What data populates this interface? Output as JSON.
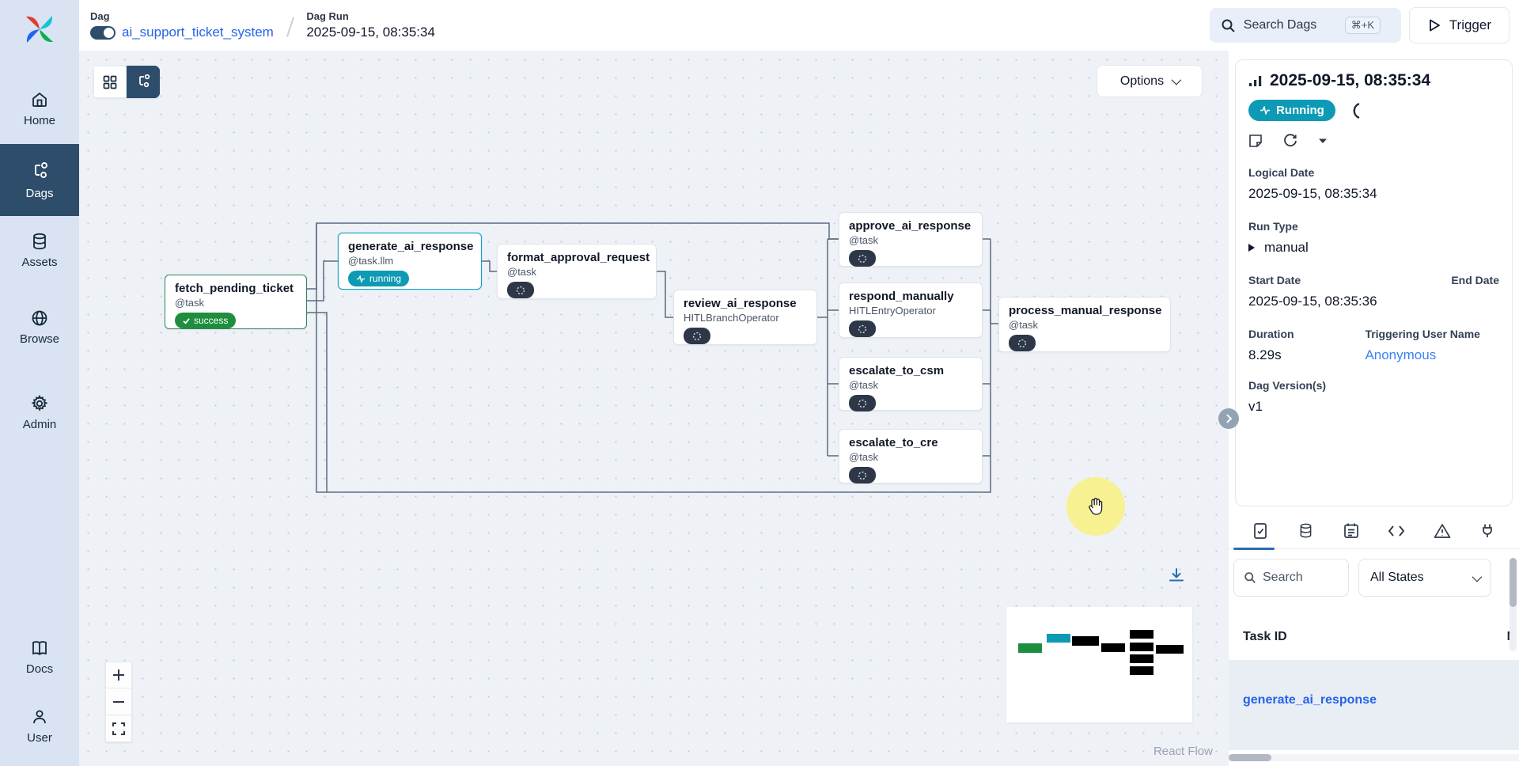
{
  "colors": {
    "accent": "#2563eb",
    "success": "#1e8e3e",
    "running": "#0c9ab4",
    "none_state": "#2d3748",
    "minimap_node": "#000000"
  },
  "sidebar": {
    "logo": "airflow-pinwheel",
    "items": [
      {
        "label": "Home",
        "icon": "home-icon"
      },
      {
        "label": "Dags",
        "icon": "dag-graph-icon",
        "active": true
      },
      {
        "label": "Assets",
        "icon": "database-icon"
      },
      {
        "label": "Browse",
        "icon": "globe-icon"
      },
      {
        "label": "Admin",
        "icon": "gear-icon"
      },
      {
        "label": "Docs",
        "icon": "book-icon"
      },
      {
        "label": "User",
        "icon": "user-icon"
      }
    ]
  },
  "header": {
    "dag_label": "Dag",
    "dag_name": "ai_support_ticket_system",
    "dag_run_label": "Dag Run",
    "dag_run_value": "2025-09-15, 08:35:34",
    "search_placeholder": "Search Dags",
    "search_shortcut": "⌘+K",
    "trigger_label": "Trigger"
  },
  "canvas": {
    "options_label": "Options",
    "attribution": "React Flow",
    "nodes": [
      {
        "title": "fetch_pending_ticket",
        "subtitle": "@task",
        "status_label": "success"
      },
      {
        "title": "generate_ai_response",
        "subtitle": "@task.llm",
        "status_label": "running"
      },
      {
        "title": "format_approval_request",
        "subtitle": "@task",
        "status_label": ""
      },
      {
        "title": "review_ai_response",
        "subtitle": "HITLBranchOperator",
        "status_label": ""
      },
      {
        "title": "approve_ai_response",
        "subtitle": "@task",
        "status_label": ""
      },
      {
        "title": "respond_manually",
        "subtitle": "HITLEntryOperator",
        "status_label": ""
      },
      {
        "title": "escalate_to_csm",
        "subtitle": "@task",
        "status_label": ""
      },
      {
        "title": "escalate_to_cre",
        "subtitle": "@task",
        "status_label": ""
      },
      {
        "title": "process_manual_response",
        "subtitle": "@task",
        "status_label": ""
      }
    ]
  },
  "panel": {
    "run": {
      "title": "2025-09-15, 08:35:34",
      "status_label": "Running"
    },
    "fields": {
      "logical_date_label": "Logical Date",
      "logical_date": "2025-09-15, 08:35:34",
      "run_type_label": "Run Type",
      "run_type": "manual",
      "start_date_label": "Start Date",
      "end_date_label": "End Date",
      "start_date": "2025-09-15, 08:35:36",
      "duration_label": "Duration",
      "duration": "8.29s",
      "triggering_user_label": "Triggering User Name",
      "triggering_user": "Anonymous",
      "dag_versions_label": "Dag Version(s)",
      "dag_version": "v1"
    },
    "tabs": [
      "task-instances-icon",
      "assets-icon",
      "calendar-icon",
      "code-icon",
      "warning-icon",
      "plugin-icon"
    ],
    "filters": {
      "search_placeholder": "Search",
      "state_filter": "All States"
    },
    "table": {
      "col_task_id": "Task ID",
      "col_truncated": "M",
      "rows": [
        {
          "task_id": "generate_ai_response"
        }
      ]
    }
  }
}
